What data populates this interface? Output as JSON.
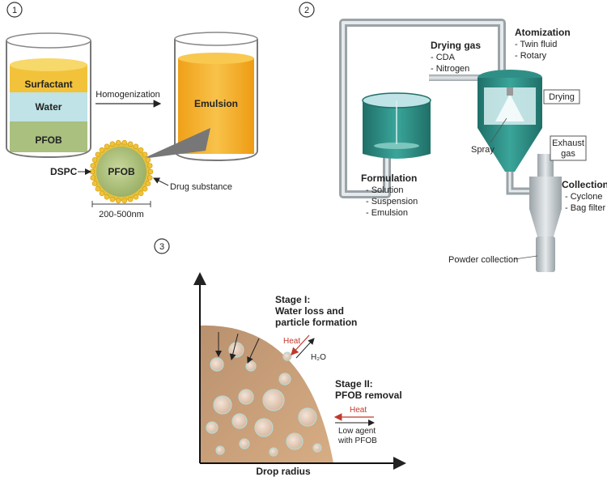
{
  "panel1": {
    "number": "1",
    "layers": {
      "surfactant": "Surfactant",
      "water": "Water",
      "pfob": "PFOB"
    },
    "arrow_label": "Homogenization",
    "emulsion": "Emulsion",
    "droplet_core": "PFOB",
    "dspc": "DSPC",
    "drug": "Drug substance",
    "size": "200-500nm"
  },
  "panel2": {
    "number": "2",
    "drying_gas": {
      "title": "Drying gas",
      "items": [
        "- CDA",
        "- Nitrogen"
      ]
    },
    "atomization": {
      "title": "Atomization",
      "items": [
        "- Twin fluid",
        "- Rotary"
      ]
    },
    "drying": "Drying",
    "spray": "Spray",
    "exhaust": [
      "Exhaust",
      "gas"
    ],
    "formulation": {
      "title": "Formulation",
      "items": [
        "- Solution",
        "- Suspension",
        "- Emulsion"
      ]
    },
    "collection": {
      "title": "Collection",
      "items": [
        "- Cyclone",
        "- Bag filter"
      ]
    },
    "powder": "Powder collection"
  },
  "panel3": {
    "number": "3",
    "stage1": [
      "Stage I:",
      "Water loss and",
      "particle formation"
    ],
    "heat1": "Heat",
    "h2o": "H₂O",
    "stage2": [
      "Stage II:",
      "PFOB removal"
    ],
    "heat2": "Heat",
    "low_agent": [
      "Low agent",
      "with PFOB"
    ],
    "xlabel": "Drop radius"
  },
  "colors": {
    "teal": "#2f8f86",
    "surfactant": "#f2c23a",
    "water": "#bfe3e6",
    "pfob": "#a9c07e",
    "emulsion": "#f5a81e",
    "drop": "#c8a07e",
    "heat": "#c0392b"
  }
}
